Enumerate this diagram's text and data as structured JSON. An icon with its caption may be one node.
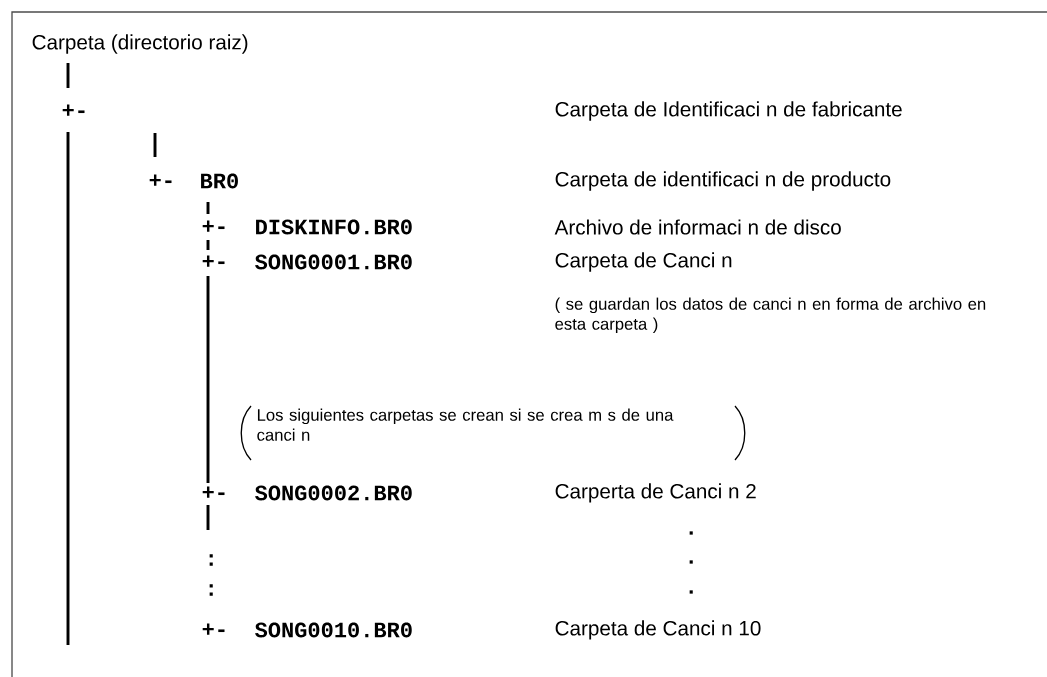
{
  "diagram": {
    "nodes": [
      {
        "text": [
          "Carpeta (directorio raiz)"
        ]
      },
      {
        "text": [
          "BR0"
        ]
      },
      {
        "text": [
          "DISKINFO.BR0"
        ]
      },
      {
        "text": [
          "SONG0001.BR0"
        ]
      },
      {
        "text": [
          "SONG0002.BR0"
        ]
      },
      {
        "text": [
          "SONG0010.BR0"
        ]
      }
    ],
    "labels": [
      "+-",
      "Carpeta de Identificaci n de fabricante",
      "+-",
      "Carpeta de identificaci n de producto",
      "+-",
      "Archivo de informaci n de disco",
      "+-",
      "Carpeta de Canci n",
      "( se guardan los datos de canci n en forma de archivo en esta carpeta )",
      "Los siguientes carpetas se crean si se crea m s de una canci n",
      "+-",
      "Carperta de Canci n 2",
      ".",
      ":",
      ".",
      ":",
      ".",
      "+-",
      "Carpeta de Canci n 10"
    ]
  }
}
